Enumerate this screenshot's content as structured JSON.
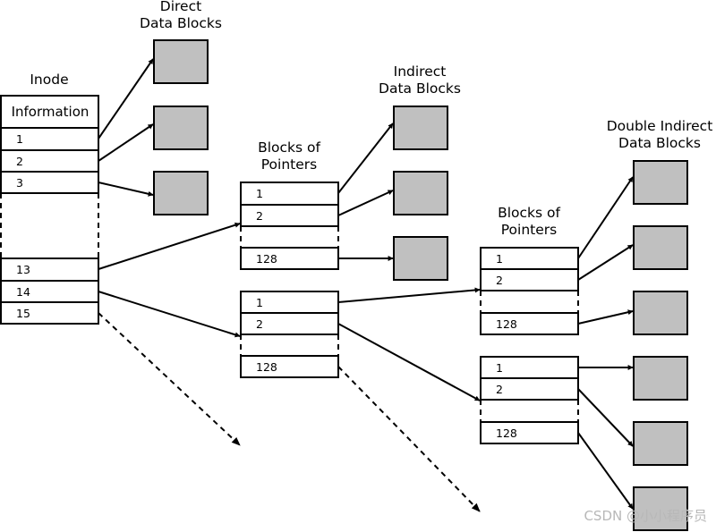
{
  "inode": {
    "title": "Inode",
    "information": "Information",
    "slots": [
      "1",
      "2",
      "3",
      "13",
      "14",
      "15"
    ]
  },
  "direct": {
    "title_line1": "Direct",
    "title_line2": "Data Blocks"
  },
  "indirect": {
    "title_line1": "Indirect",
    "title_line2": "Data Blocks"
  },
  "double_indirect": {
    "title_line1": "Double Indirect",
    "title_line2": "Data Blocks"
  },
  "pointers_title": {
    "line1": "Blocks of",
    "line2": "Pointers"
  },
  "pointer_block": {
    "first": "1",
    "second": "2",
    "last": "128"
  },
  "colors": {
    "block_fill": "#c0c0c0",
    "stroke": "#000000",
    "background": "#ffffff"
  },
  "watermark": "CSDN @小小程序员"
}
